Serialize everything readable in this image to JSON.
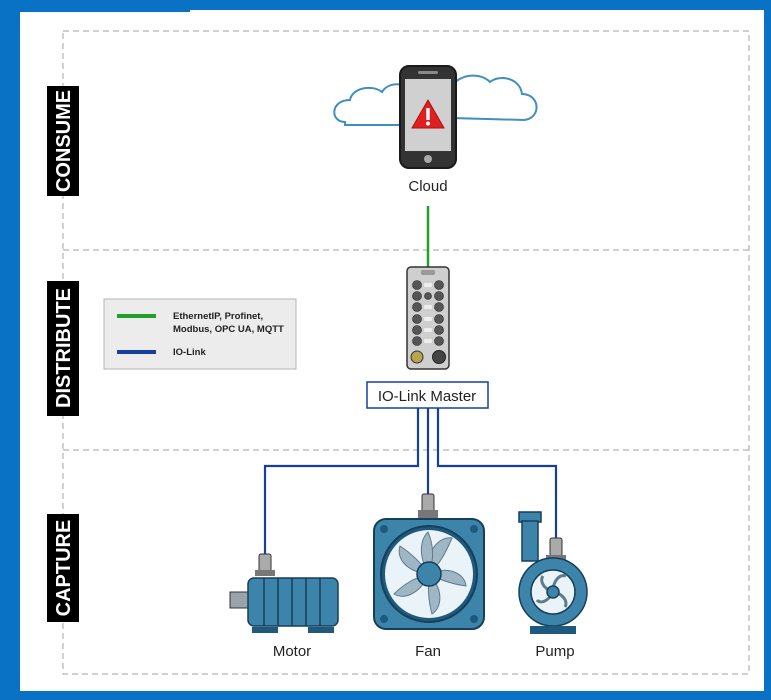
{
  "sections": [
    {
      "label": "CONSUME"
    },
    {
      "label": "DISTRIBUTE"
    },
    {
      "label": "CAPTURE"
    }
  ],
  "cloud": {
    "label": "Cloud"
  },
  "master": {
    "label": "IO-Link Master"
  },
  "legend": {
    "items": [
      {
        "lines": [
          "EthernetIP, Profinet,",
          "Modbus, OPC UA, MQTT"
        ],
        "color": "#22a02d"
      },
      {
        "lines": [
          "IO-Link"
        ],
        "color": "#1540a0"
      }
    ]
  },
  "devices": [
    {
      "label": "Motor"
    },
    {
      "label": "Fan"
    },
    {
      "label": "Pump"
    }
  ],
  "colors": {
    "border": "#0a72c4",
    "ethernet_line": "#22a02d",
    "iolink_line": "#1540a0",
    "device_fill": "#3d84ab",
    "device_dark": "#1d5a7e",
    "alert": "#e02020"
  }
}
